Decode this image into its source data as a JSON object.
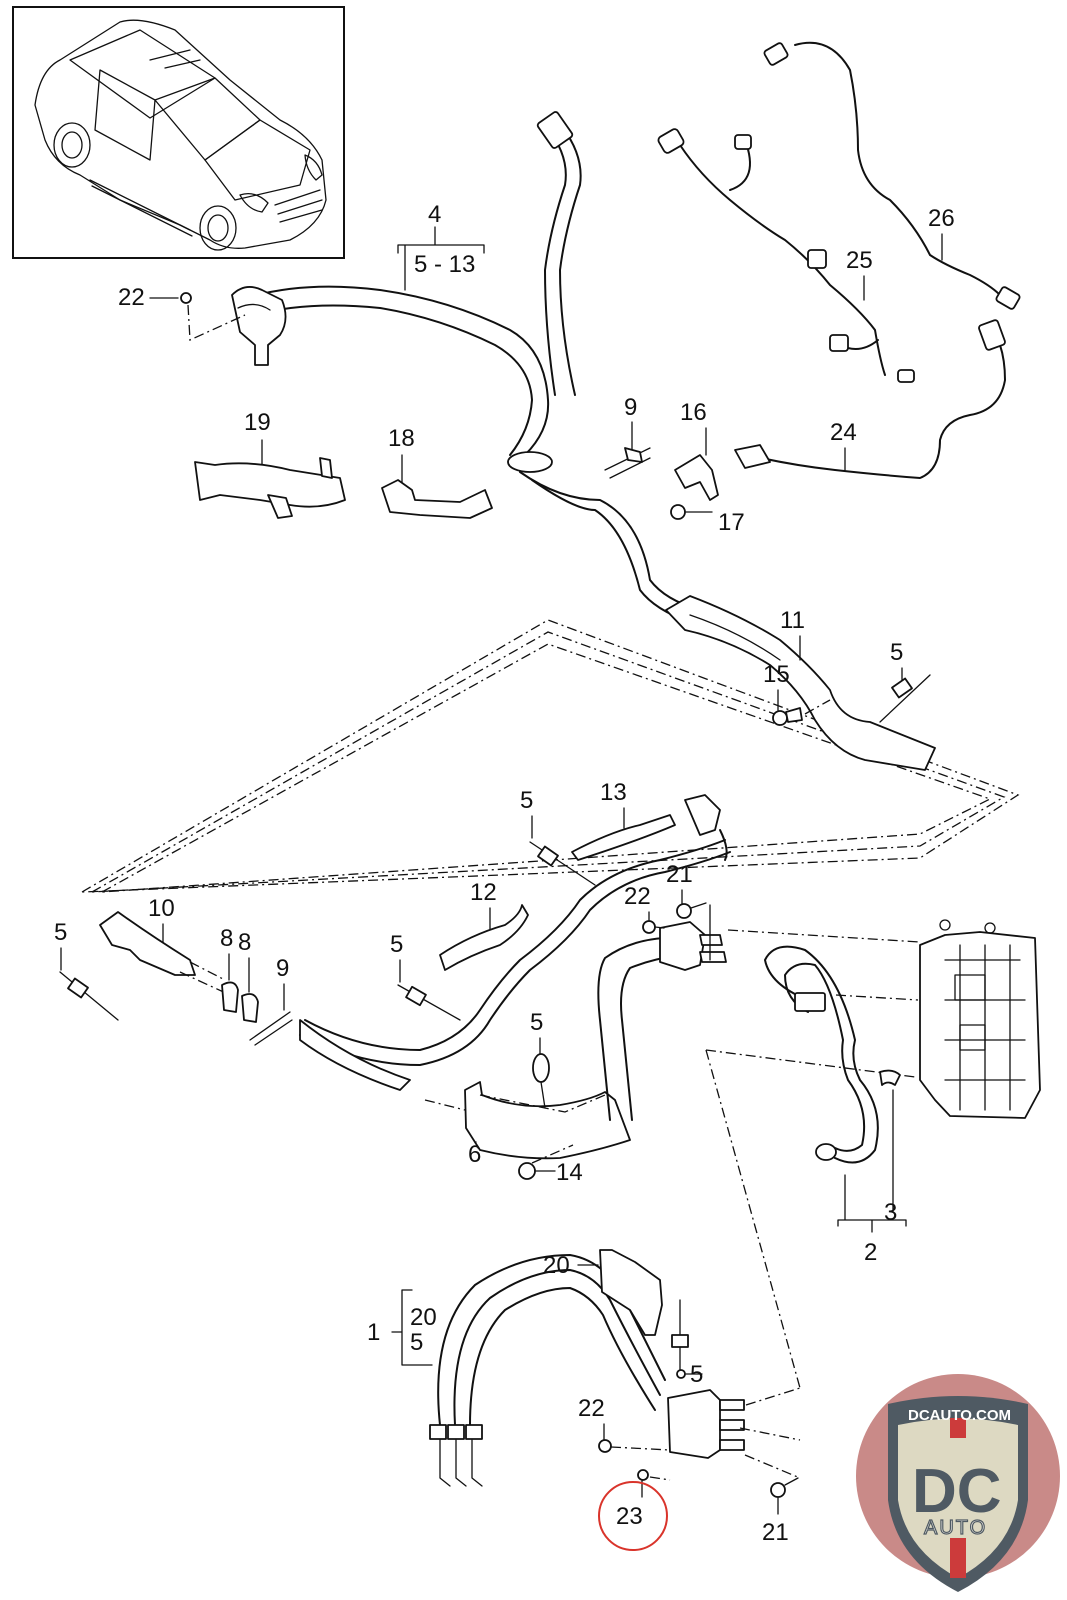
{
  "diagram": {
    "subject": "Hybrid high-voltage cable harness parts diagram",
    "overview_image": "car-overview-illustration",
    "callouts": {
      "c1": "1",
      "c1_sub_a": "20",
      "c1_sub_b": "5",
      "c2": "2",
      "c3": "3",
      "c4": "4",
      "c4_range": "5 - 13",
      "c5_a": "5",
      "c5_b": "5",
      "c5_c": "5",
      "c5_d": "5",
      "c5_e": "5",
      "c5_f": "5",
      "c6": "6",
      "c8_a": "8",
      "c8_b": "8",
      "c9_a": "9",
      "c9_b": "9",
      "c10": "10",
      "c11": "11",
      "c12": "12",
      "c13": "13",
      "c14": "14",
      "c15": "15",
      "c16": "16",
      "c17": "17",
      "c18": "18",
      "c19": "19",
      "c20": "20",
      "c21_a": "21",
      "c21_b": "21",
      "c22_a": "22",
      "c22_b": "22",
      "c22_c": "22",
      "c23": "23",
      "c24": "24",
      "c25": "25",
      "c26": "26"
    },
    "highlighted_part": "23",
    "highlight_color": "#d9342b"
  },
  "logo": {
    "url_text": "DCAUTO.COM",
    "monogram": "DC",
    "subtext": "AUTO",
    "colors": {
      "ring": "#c98a88",
      "shield": "#ddd9c2",
      "dark": "#4f5a63",
      "red": "#cc3b3b"
    }
  }
}
